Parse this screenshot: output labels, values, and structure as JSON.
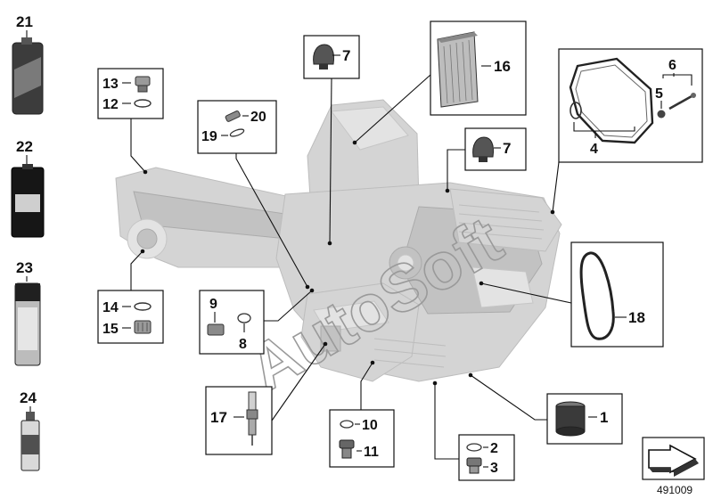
{
  "watermark": "AutoSoft",
  "reference_number": "491009",
  "callouts": {
    "c1": "1",
    "c2": "2",
    "c3": "3",
    "c4": "4",
    "c5": "5",
    "c6": "6",
    "c7a": "7",
    "c7b": "7",
    "c8": "8",
    "c9": "9",
    "c10": "10",
    "c11": "11",
    "c12": "12",
    "c13": "13",
    "c14": "14",
    "c15": "15",
    "c16": "16",
    "c17": "17",
    "c18": "18",
    "c19": "19",
    "c20": "20",
    "c21": "21",
    "c22": "22",
    "c23": "23",
    "c24": "24"
  }
}
